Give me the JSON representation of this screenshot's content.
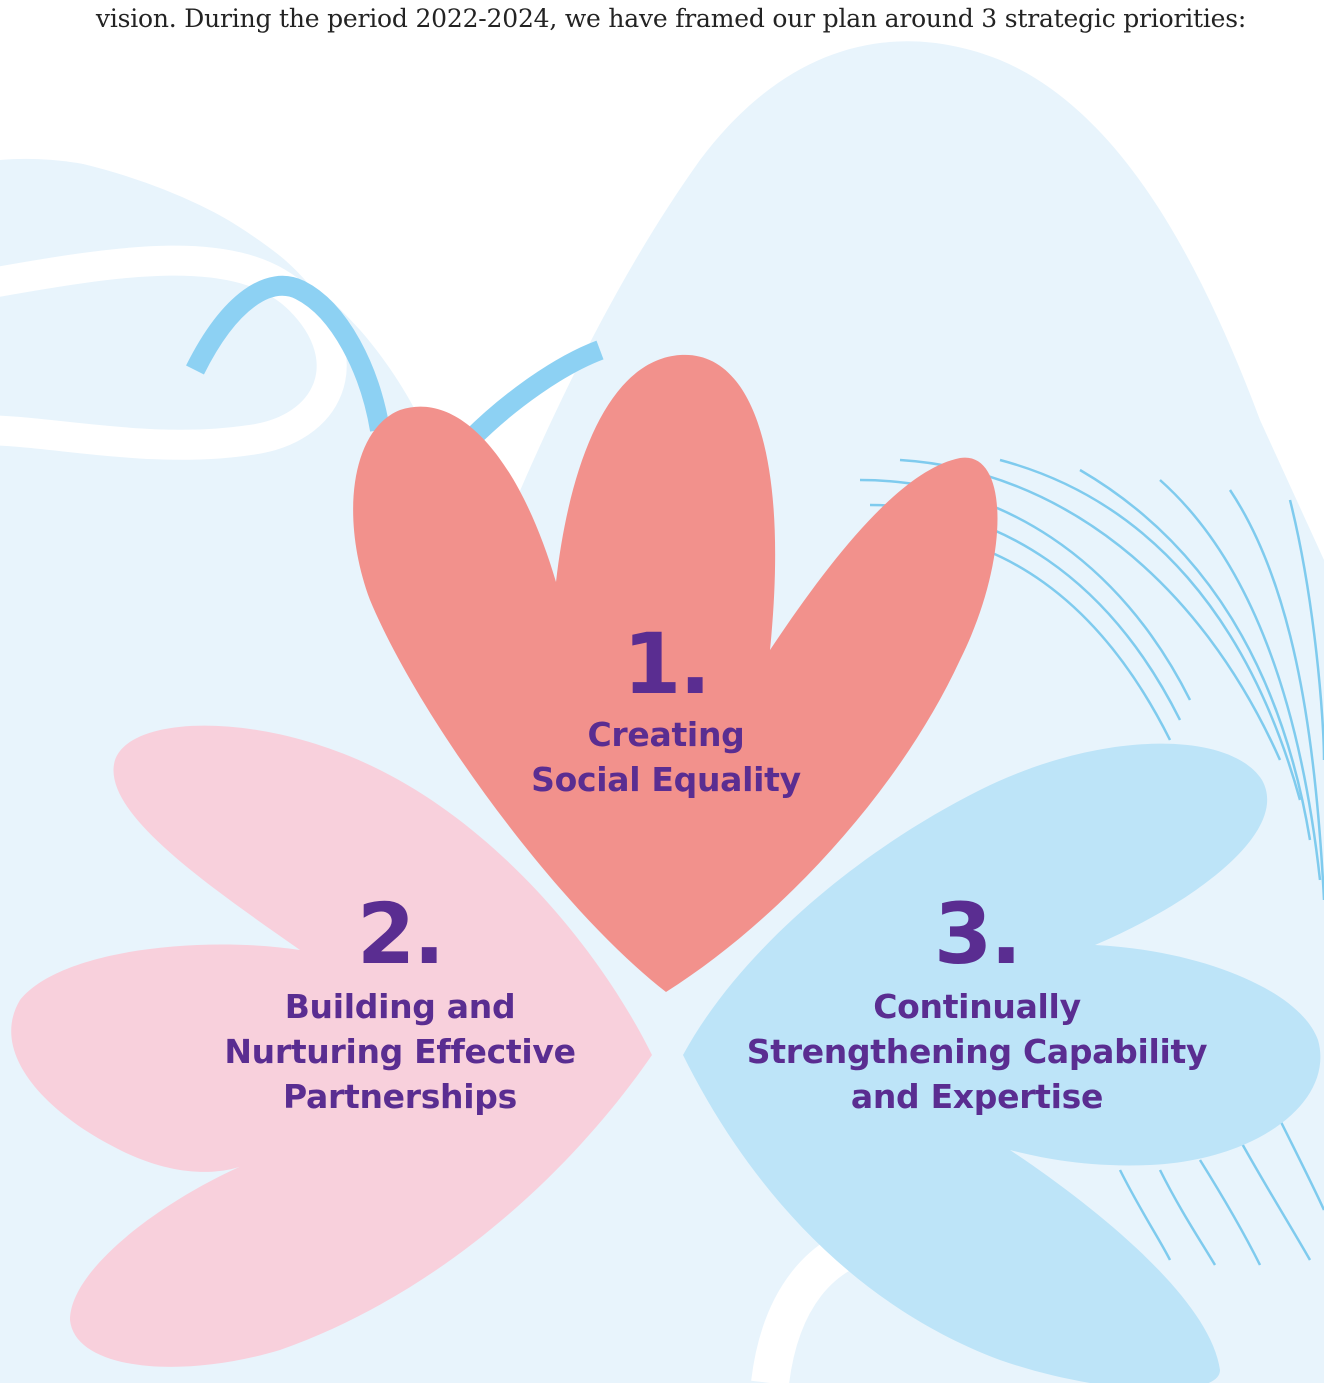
{
  "intro_text": "vision. During the period 2022-2024, we have framed our plan around 3 strategic priorities:",
  "colors": {
    "background_light_blue": "#e8f4fc",
    "petal_coral": "#f2918c",
    "petal_pink": "#f8d0dc",
    "petal_blue": "#bde4f8",
    "accent_sky_blue": "#8dd1f3",
    "label_purple": "#5a2d91"
  },
  "priorities": [
    {
      "number": "1.",
      "line1": "Creating",
      "line2": "Social Equality",
      "line3": ""
    },
    {
      "number": "2.",
      "line1": "Building and",
      "line2": "Nurturing Effective",
      "line3": "Partnerships"
    },
    {
      "number": "3.",
      "line1": "Continually",
      "line2": "Strengthening Capability",
      "line3": "and Expertise"
    }
  ]
}
